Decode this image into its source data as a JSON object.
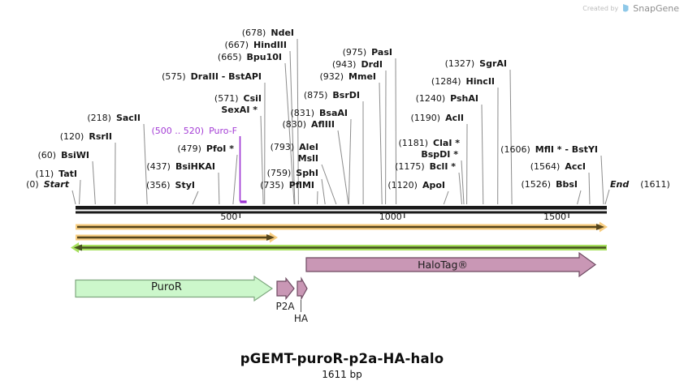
{
  "watermark": {
    "created_by": "Created by",
    "brand": "SnapGene"
  },
  "title": {
    "name": "pGEMT-puroR-p2a-HA-halo",
    "length": "1611 bp"
  },
  "ruler": {
    "ticks": [
      {
        "bp": 500,
        "label": "500"
      },
      {
        "bp": 1000,
        "label": "1000"
      },
      {
        "bp": 1500,
        "label": "1500"
      }
    ],
    "end": {
      "bp": 1611,
      "label": "End",
      "pos": "(1611)"
    }
  },
  "primer": {
    "pos": "(500 .. 520)",
    "name": "Puro-F",
    "bp_start": 500,
    "bp_end": 520
  },
  "sites": [
    {
      "bp": 0,
      "pos": "(0)",
      "name": "Start",
      "italic": true
    },
    {
      "bp": 11,
      "pos": "(11)",
      "name": "TatI"
    },
    {
      "bp": 60,
      "pos": "(60)",
      "name": "BsiWI"
    },
    {
      "bp": 120,
      "pos": "(120)",
      "name": "RsrII"
    },
    {
      "bp": 218,
      "pos": "(218)",
      "name": "SacII"
    },
    {
      "bp": 356,
      "pos": "(356)",
      "name": "StyI"
    },
    {
      "bp": 437,
      "pos": "(437)",
      "name": "BsiHKAI"
    },
    {
      "bp": 479,
      "pos": "(479)",
      "name": "PfoI *"
    },
    {
      "bp": 571,
      "pos": "(571)",
      "name": "CsiI"
    },
    {
      "bp": 571,
      "pos": "",
      "name": "SexAI *"
    },
    {
      "bp": 575,
      "pos": "(575)",
      "name": "DraIII - BstAPI"
    },
    {
      "bp": 665,
      "pos": "(665)",
      "name": "Bpu10I"
    },
    {
      "bp": 667,
      "pos": "(667)",
      "name": "HindIII"
    },
    {
      "bp": 678,
      "pos": "(678)",
      "name": "NdeI"
    },
    {
      "bp": 735,
      "pos": "(735)",
      "name": "PflMI"
    },
    {
      "bp": 759,
      "pos": "(759)",
      "name": "SphI"
    },
    {
      "bp": 793,
      "pos": "(793)",
      "name": "AleI"
    },
    {
      "bp": 793,
      "pos": "",
      "name": "MslI"
    },
    {
      "bp": 831,
      "pos": "(831)",
      "name": "BsaAI"
    },
    {
      "bp": 830,
      "pos": "(830)",
      "name": "AflIII"
    },
    {
      "bp": 875,
      "pos": "(875)",
      "name": "BsrDI"
    },
    {
      "bp": 932,
      "pos": "(932)",
      "name": "MmeI"
    },
    {
      "bp": 943,
      "pos": "(943)",
      "name": "DrdI"
    },
    {
      "bp": 975,
      "pos": "(975)",
      "name": "PasI"
    },
    {
      "bp": 1120,
      "pos": "(1120)",
      "name": "ApoI"
    },
    {
      "bp": 1175,
      "pos": "(1175)",
      "name": "BclI *"
    },
    {
      "bp": 1181,
      "pos": "(1181)",
      "name": "ClaI *"
    },
    {
      "bp": 1181,
      "pos": "",
      "name": "BspDI *"
    },
    {
      "bp": 1190,
      "pos": "(1190)",
      "name": "AclI"
    },
    {
      "bp": 1240,
      "pos": "(1240)",
      "name": "PshAI"
    },
    {
      "bp": 1284,
      "pos": "(1284)",
      "name": "HincII"
    },
    {
      "bp": 1327,
      "pos": "(1327)",
      "name": "SgrAI"
    },
    {
      "bp": 1526,
      "pos": "(1526)",
      "name": "BbsI"
    },
    {
      "bp": 1564,
      "pos": "(1564)",
      "name": "AccI"
    },
    {
      "bp": 1606,
      "pos": "(1606)",
      "name": "MflI * - BstYI"
    }
  ],
  "features": {
    "puror": {
      "name": "PuroR"
    },
    "p2a": {
      "name": "P2A"
    },
    "ha": {
      "name": "HA"
    },
    "halotag": {
      "name": "HaloTag®"
    }
  },
  "colors": {
    "frame_fwd": "#f7cc7f",
    "frame_core": "#55451c",
    "frame_rev": "#a6e05e",
    "frame_rev_core": "#46511f",
    "cds_pink": "#c997b5",
    "cds_green": "#ccf7cb",
    "primer_purple": "#9b30d2"
  }
}
